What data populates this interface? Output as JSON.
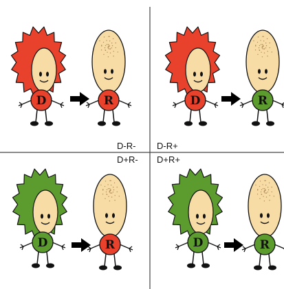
{
  "colors": {
    "red": "#e8422d",
    "green": "#5c9b2d",
    "skin": "#f7dca6",
    "outline": "#111111",
    "arrow": "#000000",
    "divider": "#444444"
  },
  "quadrants": [
    {
      "label": "D-R-",
      "d_status": "red",
      "r_status": "red",
      "d_letter": "D",
      "r_letter": "R"
    },
    {
      "label": "D-R+",
      "d_status": "red",
      "r_status": "green",
      "d_letter": "D",
      "r_letter": "R"
    },
    {
      "label": "D+R-",
      "d_status": "green",
      "r_status": "red",
      "d_letter": "D",
      "r_letter": "R"
    },
    {
      "label": "D+R+",
      "d_status": "green",
      "r_status": "green",
      "d_letter": "D",
      "r_letter": "R"
    }
  ]
}
